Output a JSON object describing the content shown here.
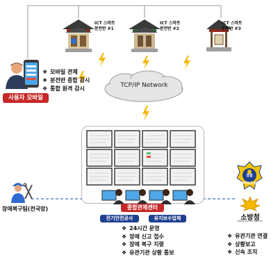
{
  "mobile": {
    "label": "사용자 모바일",
    "bullets": [
      "모바일 관제",
      "분전반 종합 감시",
      "통합 원격 감시"
    ]
  },
  "network": {
    "label": "TCP/IP Network"
  },
  "panels": [
    {
      "line1": "ICT 스마트",
      "line2": "분전반 #1"
    },
    {
      "line1": "ICT 스마트",
      "line2": "분전반 #2"
    },
    {
      "line1": "ICT 스마트",
      "line2": "분전반 #3"
    }
  ],
  "center": {
    "label": "종합관제센터",
    "sublabels": [
      "전기안전공사",
      "유지보수업체"
    ],
    "bullets": [
      "24시간 운영",
      "장애 신고 접수",
      "장애 복구 지령",
      "유관기관 상황 통보"
    ]
  },
  "repair": {
    "label": "장애복구팀(전국망)"
  },
  "agencies": {
    "police_badge_top": "경찰",
    "police_badge_bottom": "POLICE",
    "fire_label": "소방청",
    "fire_sublabel": "National Fire Agency",
    "bullets": [
      "유관기관 연결",
      "상황보고",
      "신속 조치"
    ]
  },
  "colors": {
    "accent": "#1f3f8f",
    "label_bg": "#c62828",
    "lightning": "#f6b800",
    "dash": "#3b6dc0"
  }
}
